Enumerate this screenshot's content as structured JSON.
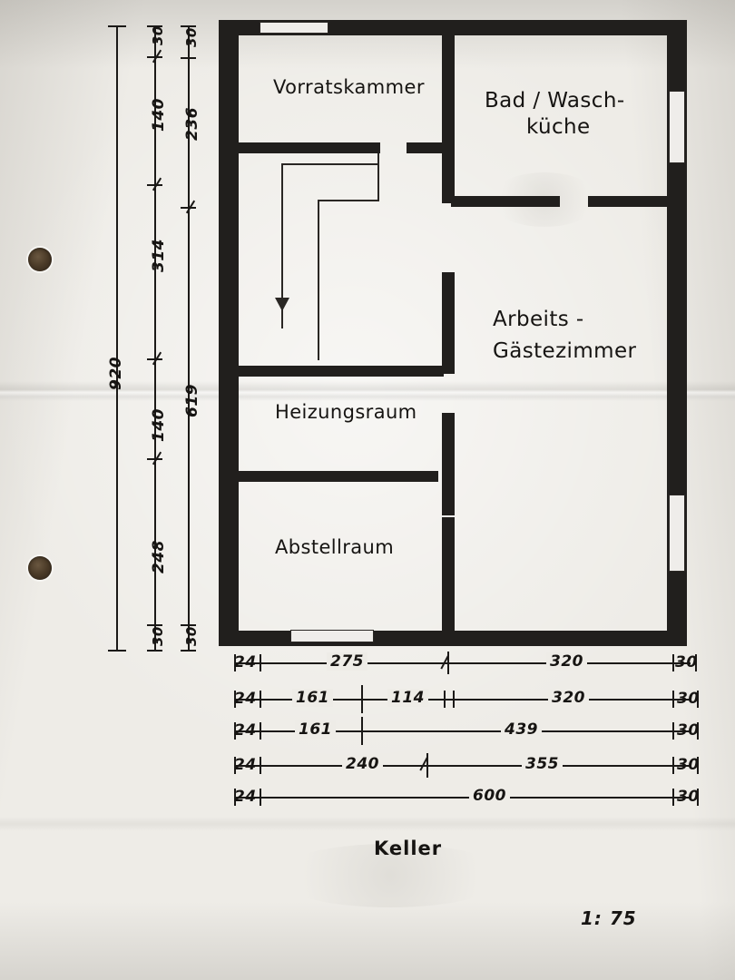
{
  "document": {
    "type": "hand-drawn architectural floor plan",
    "title": "Keller",
    "scale": "1:75",
    "language": "de"
  },
  "rooms": [
    {
      "id": "vorratskammer",
      "label": "Vorratskammer"
    },
    {
      "id": "bad-waschkueche",
      "label_line1": "Bad / Wasch-",
      "label_line2": "küche"
    },
    {
      "id": "arbeits-gaestezimmer",
      "label_line1": "Arbeits -",
      "label_line2": "Gästezimmer"
    },
    {
      "id": "heizungsraum",
      "label": "Heizungsraum"
    },
    {
      "id": "abstellraum",
      "label": "Abstellraum"
    }
  ],
  "left_dimensions": {
    "outer_total": "920",
    "column_b": [
      "30",
      "140",
      "314",
      "140",
      "248",
      "30"
    ],
    "column_c": [
      "30",
      "236",
      "619",
      "30"
    ]
  },
  "bottom_dimensions": {
    "rows": [
      {
        "segments": [
          "24",
          "275",
          "320",
          "30"
        ]
      },
      {
        "segments": [
          "24",
          "161",
          "114",
          "320",
          "30"
        ]
      },
      {
        "segments": [
          "24",
          "161",
          "439",
          "30"
        ]
      },
      {
        "segments": [
          "24",
          "240",
          "355",
          "30"
        ]
      },
      {
        "segments": [
          "24",
          "600",
          "30"
        ]
      }
    ]
  },
  "annotations": {
    "plan_name": "Keller",
    "scale_label": "1: 75",
    "stair_direction": "down-arrow"
  },
  "colors": {
    "paper": "#eeece7",
    "wall_ink": "#211f1d",
    "hand_ink": "#161412",
    "hole": "#4a3a27"
  }
}
